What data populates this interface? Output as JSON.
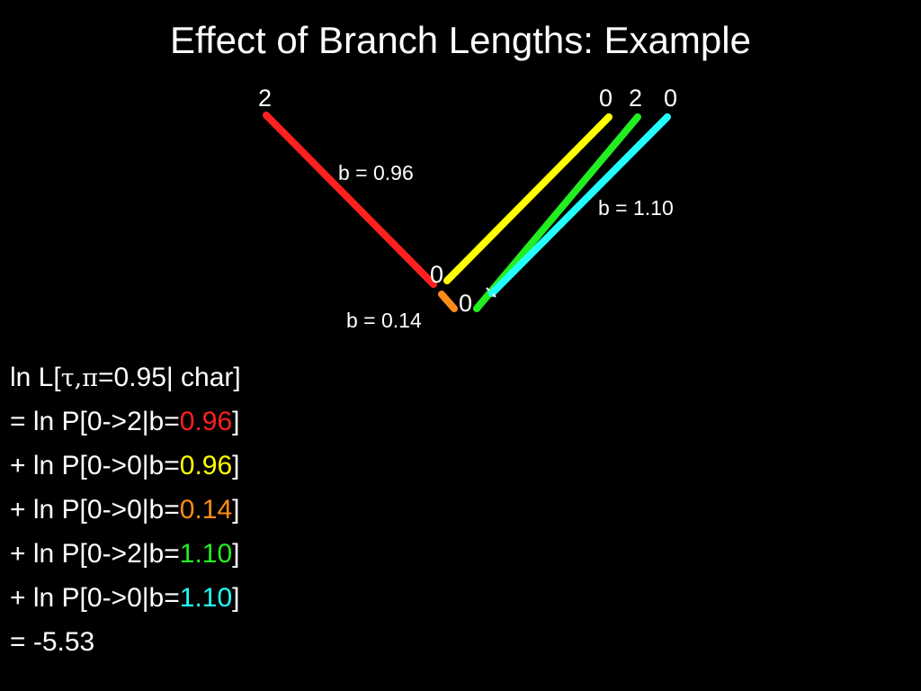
{
  "title": "Effect of Branch Lengths: Example",
  "tree": {
    "tips": [
      "2",
      "0",
      "2",
      "0"
    ],
    "internal_nodes": [
      "0",
      "0"
    ],
    "branch_labels": [
      "b = 0.96",
      "b = 1.10",
      "b = 0.14"
    ],
    "branch_lengths": {
      "red": 0.96,
      "yellow": 0.96,
      "orange": 0.14,
      "green": 1.1,
      "cyan": 1.1
    }
  },
  "colors": {
    "background": "#000000",
    "text": "#ffffff",
    "red": "#ff2020",
    "yellow": "#ffff00",
    "orange": "#ff8c1a",
    "green": "#22ee22",
    "cyan": "#22ffff"
  },
  "equation": {
    "head_prefix": "ln L[",
    "tau": "τ",
    "comma": ",",
    "pi": "π",
    "head_suffix": "=0.95| char]",
    "terms": [
      {
        "prefix": "= ln P[0->2|b=",
        "value": "0.96",
        "suffix": "]"
      },
      {
        "prefix": "+ ln P[0->0|b=",
        "value": "0.96",
        "suffix": "]"
      },
      {
        "prefix": "+ ln P[0->0|b=",
        "value": "0.14",
        "suffix": "]"
      },
      {
        "prefix": "+ ln P[0->2|b=",
        "value": "1.10",
        "suffix": "]"
      },
      {
        "prefix": "+ ln P[0->0|b=",
        "value": "1.10",
        "suffix": "]"
      }
    ],
    "result": "= -5.53"
  }
}
